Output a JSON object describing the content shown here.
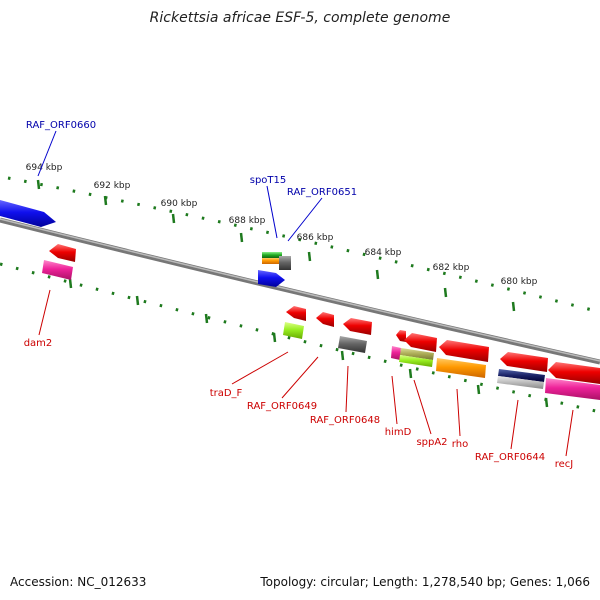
{
  "header": {
    "title": "Rickettsia africae ESF-5, complete genome"
  },
  "footer": {
    "accession": "Accession: NC_012633",
    "summary": "Topology: circular; Length: 1,278,540 bp; Genes: 1,066"
  },
  "scale": {
    "ticks": [
      "694 kbp",
      "692 kbp",
      "690 kbp",
      "688 kbp",
      "686 kbp",
      "684 kbp",
      "682 kbp",
      "680 kbp"
    ]
  },
  "genes": {
    "forward": [
      {
        "label": "RAF_ORF0660",
        "color": "#0000aa"
      },
      {
        "label": "spoT15",
        "color": "#0000aa"
      },
      {
        "label": "RAF_ORF0651",
        "color": "#0000aa"
      }
    ],
    "reverse": [
      {
        "label": "dam2",
        "color": "#cc0000"
      },
      {
        "label": "traD_F",
        "color": "#cc0000"
      },
      {
        "label": "RAF_ORF0649",
        "color": "#cc0000"
      },
      {
        "label": "RAF_ORF0648",
        "color": "#cc0000"
      },
      {
        "label": "himD",
        "color": "#cc0000"
      },
      {
        "label": "sppA2",
        "color": "#cc0000"
      },
      {
        "label": "rho",
        "color": "#cc0000"
      },
      {
        "label": "RAF_ORF0644",
        "color": "#cc0000"
      },
      {
        "label": "recJ",
        "color": "#cc0000"
      }
    ]
  },
  "colors": {
    "backbone": "#888888",
    "forward_gene": "#0000ee",
    "reverse_gene": "#ee0000",
    "tick": "#227722"
  }
}
